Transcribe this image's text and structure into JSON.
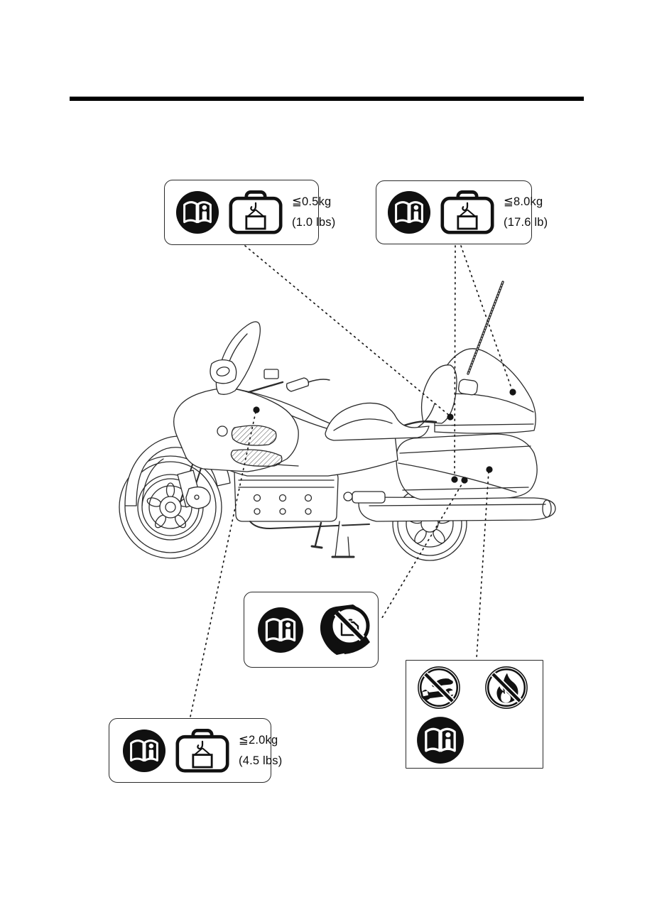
{
  "page": {
    "background": "#ffffff",
    "ink_color": "#1a1a1a",
    "description": "owners-manual page: motorcycle warning label locations"
  },
  "labels": {
    "limit_05": {
      "weight": "≦0.5kg",
      "alt": "(1.0 lbs)"
    },
    "limit_80": {
      "weight": "≦8.0kg",
      "alt": "(17.6 lb)"
    },
    "limit_20": {
      "weight": "≦2.0kg",
      "alt": "(4.5 lbs)"
    }
  },
  "icons": {
    "manual": "read-owners-manual-icon",
    "case": "luggage-weight-limit-icon",
    "helmet": "no-helmet-storage-icon",
    "tools": "no-tools-no-service-icon",
    "fire": "no-fire-no-flammables-icon"
  }
}
